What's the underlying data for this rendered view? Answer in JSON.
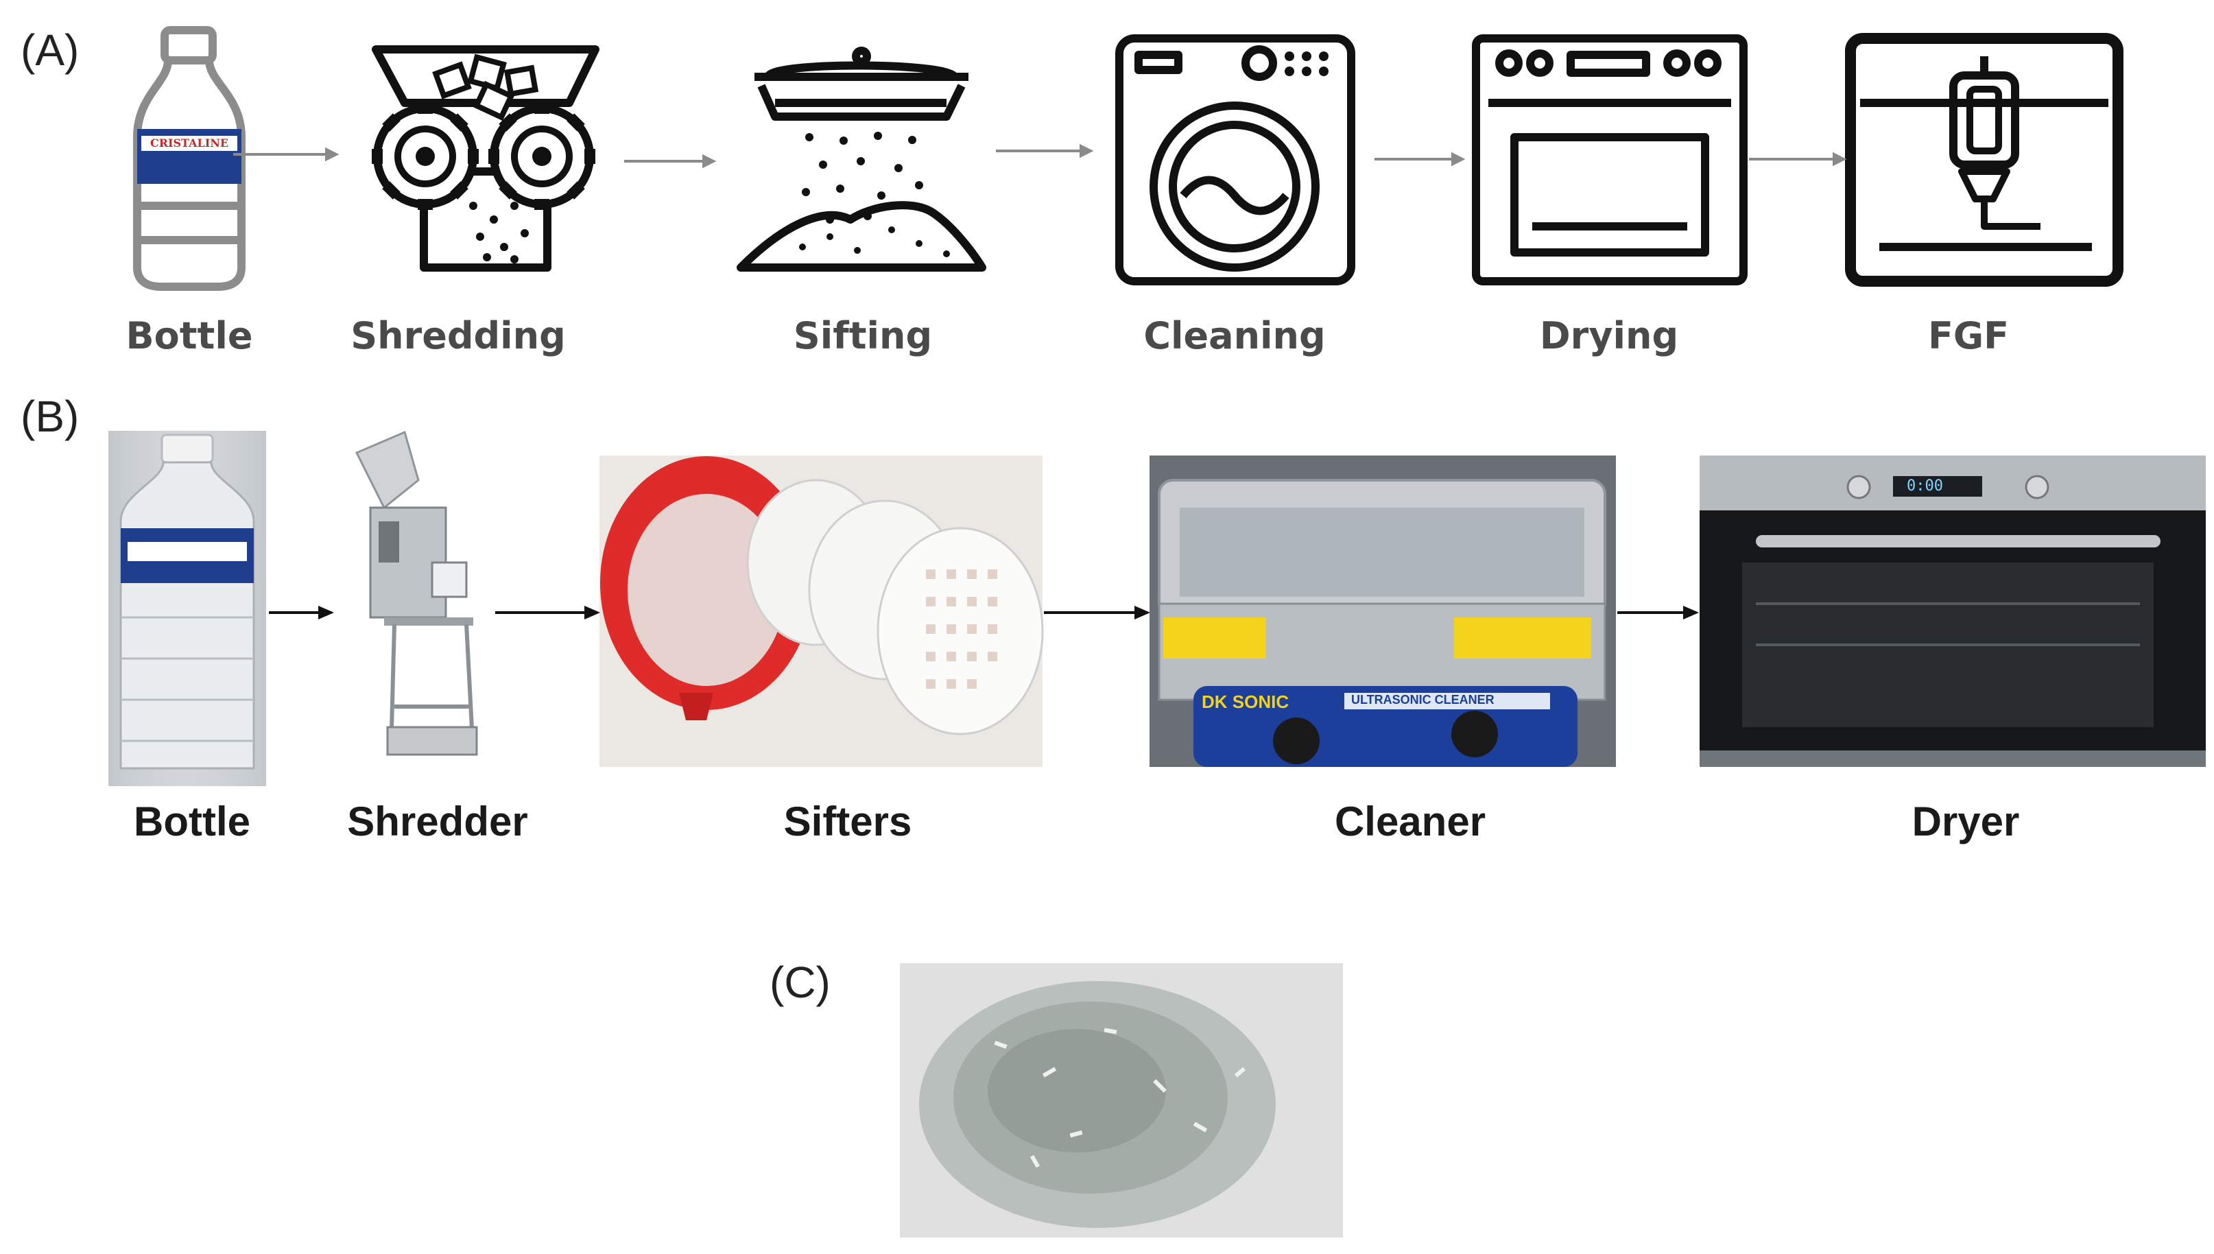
{
  "panel_labels": {
    "a": "(A)",
    "b": "(B)",
    "c": "(C)"
  },
  "row_a": {
    "steps": [
      "Bottle",
      "Shredding",
      "Sifting",
      "Cleaning",
      "Drying",
      "FGF"
    ],
    "bottle_label_text": "CRISTALINE"
  },
  "row_b": {
    "steps": [
      "Bottle",
      "Shredder",
      "Sifters",
      "Cleaner",
      "Dryer"
    ],
    "cleaner_brand": "DK SONIC",
    "cleaner_model": "ULTRASONIC CLEANER",
    "dryer_display": "0:00"
  },
  "colors": {
    "icon_stroke": "#111111",
    "arrow": "#8a8a8a",
    "sifter_red": "#e02b2b",
    "cleaner_blue": "#1c3f9c",
    "warning_yellow": "#f2d21b"
  }
}
